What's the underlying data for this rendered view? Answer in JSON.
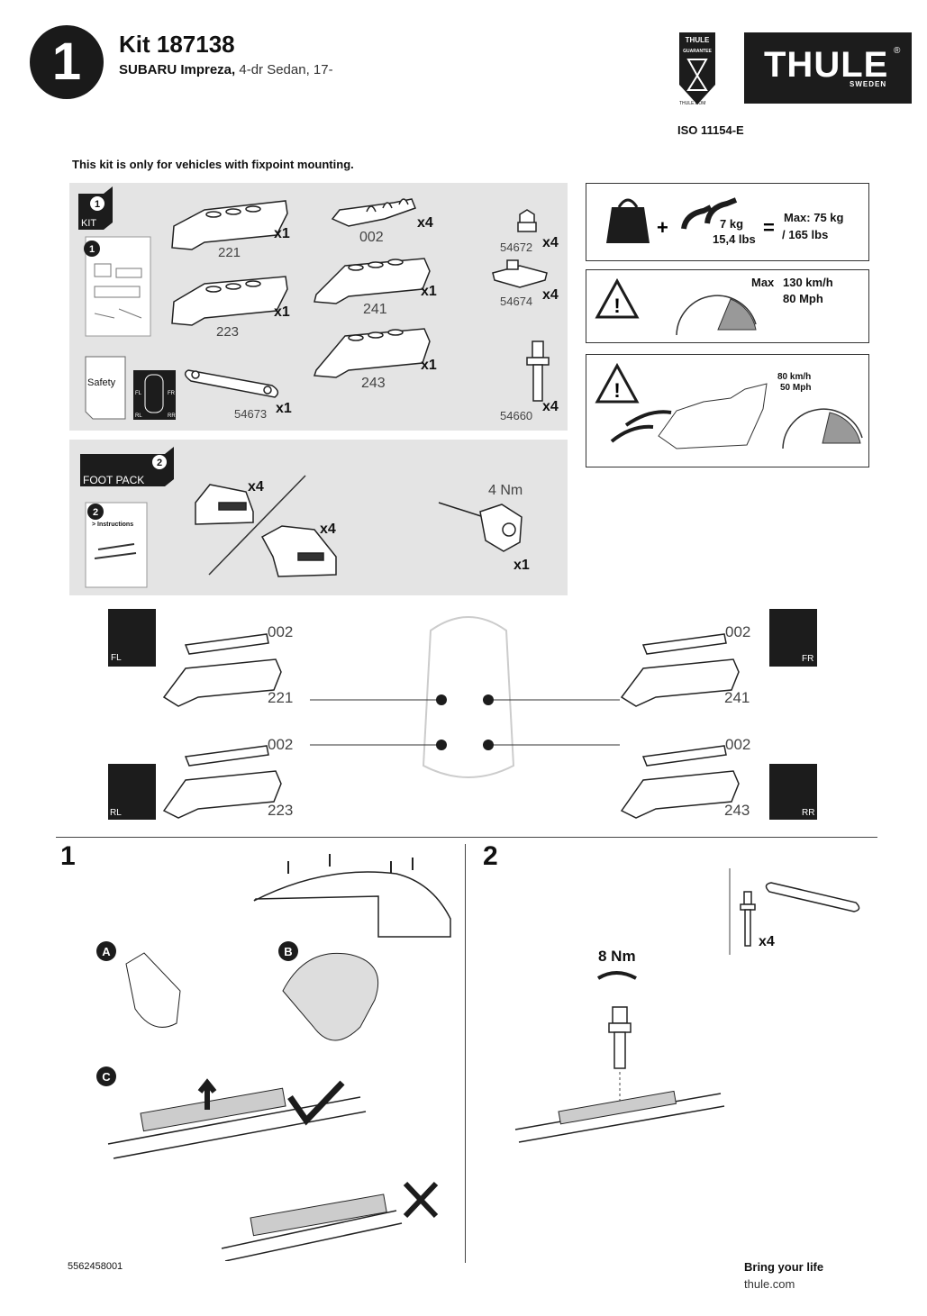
{
  "header": {
    "step_number": "1",
    "kit_title": "Kit 187138",
    "vehicle_make": "SUBARU Impreza,",
    "vehicle_detail": " 4-dr Sedan, 17-",
    "brand": "THULE",
    "brand_sub": "SWEDEN",
    "reg_mark": "®",
    "guarantee_top": "THULE",
    "guarantee_mid": "GUARANTEE",
    "guarantee_url": "THULE.COM",
    "iso": "ISO 11154-E"
  },
  "notice": "This kit is only for vehicles with fixpoint mounting.",
  "kit_panel": {
    "badge_num": "1",
    "badge_label": "KIT",
    "parts": [
      {
        "code": "221",
        "qty": "x1"
      },
      {
        "code": "002",
        "qty": "x4"
      },
      {
        "code": "54672",
        "qty": "x4"
      },
      {
        "code": "223",
        "qty": "x1"
      },
      {
        "code": "241",
        "qty": "x1"
      },
      {
        "code": "54674",
        "qty": "x4"
      },
      {
        "code": "243",
        "qty": "x1"
      },
      {
        "code": "54673",
        "qty": "x1"
      },
      {
        "code": "54660",
        "qty": "x4"
      }
    ],
    "safety_label": "Safety",
    "instr_num": "1",
    "corner_tags": [
      "FL",
      "FR",
      "RL",
      "RR"
    ]
  },
  "foot_panel": {
    "badge_num": "2",
    "badge_label": "FOOT PACK",
    "instr_num": "2",
    "instr_label": "> Instructions",
    "foot_qty_1": "x4",
    "foot_qty_2": "x4",
    "torque_label": "4 Nm",
    "tool_qty": "x1"
  },
  "load_box": {
    "bar_weight": "7 kg",
    "bar_weight_lbs": "15,4 lbs",
    "max_kg": "Max: 75 kg",
    "max_lbs": "/ 165 lbs"
  },
  "speed_box": {
    "max": "Max",
    "kmh": "130 km/h",
    "mph": "80 Mph"
  },
  "wind_box": {
    "kmh": "80 km/h",
    "mph": "50 Mph"
  },
  "mapping": {
    "fl": {
      "tag": "FL",
      "top": "002",
      "bottom": "221"
    },
    "fr": {
      "tag": "FR",
      "top": "002",
      "bottom": "241"
    },
    "rl": {
      "tag": "RL",
      "top": "002",
      "bottom": "223"
    },
    "rr": {
      "tag": "RR",
      "top": "002",
      "bottom": "243"
    }
  },
  "step1": {
    "num": "1",
    "a": "A",
    "b": "B",
    "c": "C"
  },
  "step2": {
    "num": "2",
    "torque": "8 Nm",
    "qty": "x4"
  },
  "footer": {
    "code": "5562458001",
    "bring": "Bring your life",
    "url": "thule.com"
  }
}
